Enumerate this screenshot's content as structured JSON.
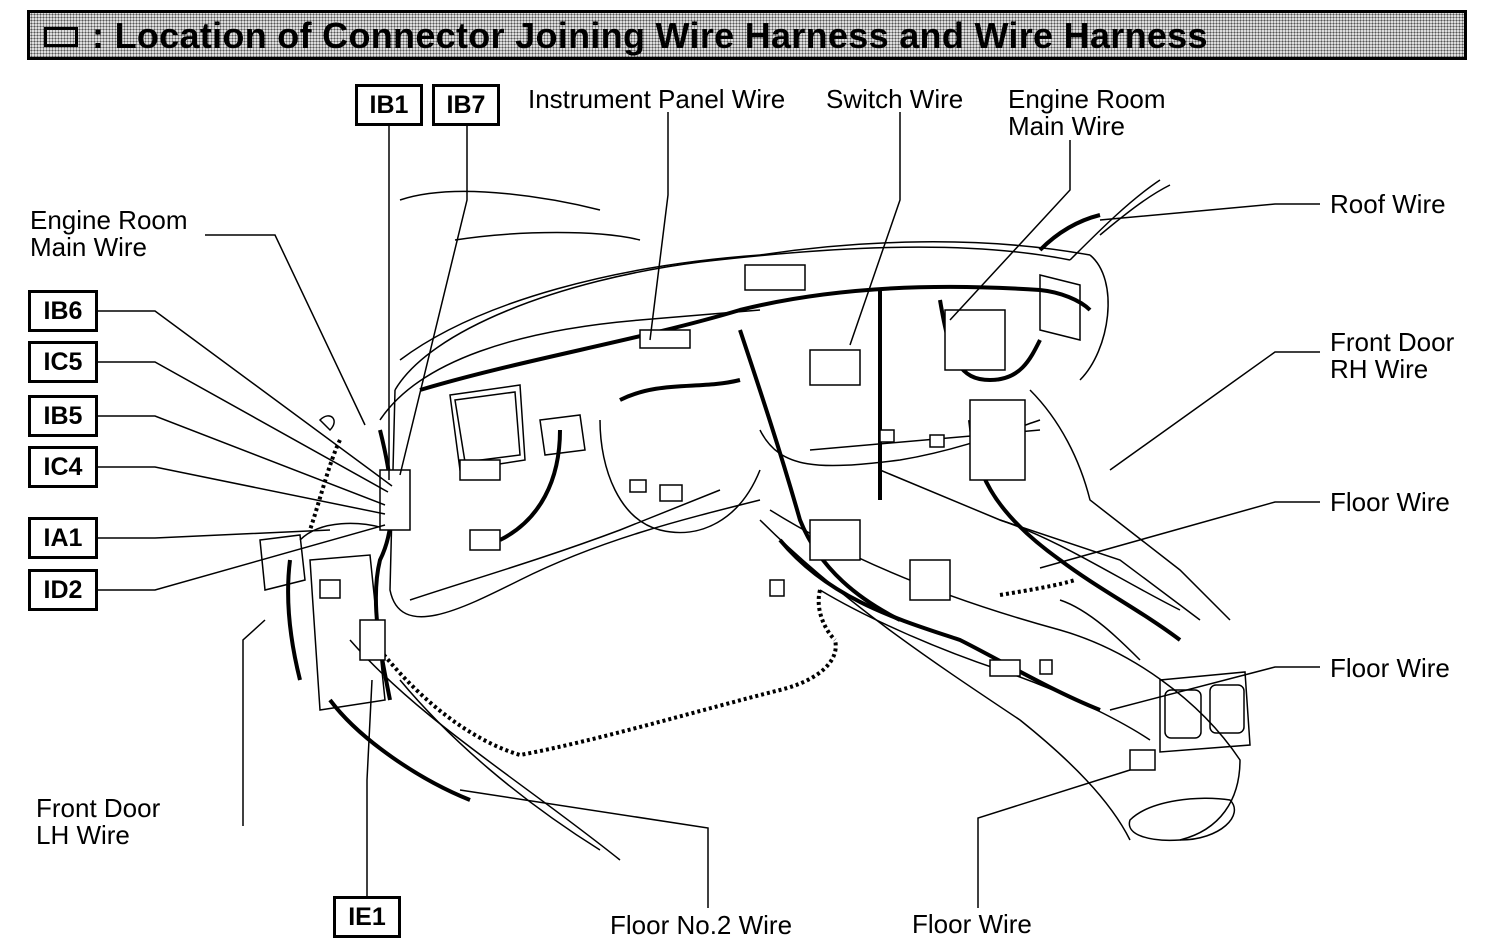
{
  "title": ": Location of Connector Joining Wire Harness and Wire Harness",
  "connector_codes": {
    "ib1": "IB1",
    "ib7": "IB7",
    "ib6": "IB6",
    "ic5": "IC5",
    "ib5": "IB5",
    "ic4": "IC4",
    "ia1": "IA1",
    "id2": "ID2",
    "ie1": "IE1"
  },
  "wire_labels": {
    "instrument_panel_wire": "Instrument Panel Wire",
    "switch_wire": "Switch Wire",
    "engine_room_main_wire_right_1": "Engine Room",
    "engine_room_main_wire_right_2": "Main Wire",
    "engine_room_main_wire_left_1": "Engine Room",
    "engine_room_main_wire_left_2": "Main Wire",
    "roof_wire": "Roof Wire",
    "front_door_rh_wire_1": "Front Door",
    "front_door_rh_wire_2": "RH Wire",
    "floor_wire_upper": "Floor Wire",
    "floor_wire_lower": "Floor Wire",
    "front_door_lh_wire_1": "Front Door",
    "front_door_lh_wire_2": "LH Wire",
    "floor_no2_wire": "Floor No.2 Wire",
    "floor_wire_bottom": "Floor Wire"
  }
}
